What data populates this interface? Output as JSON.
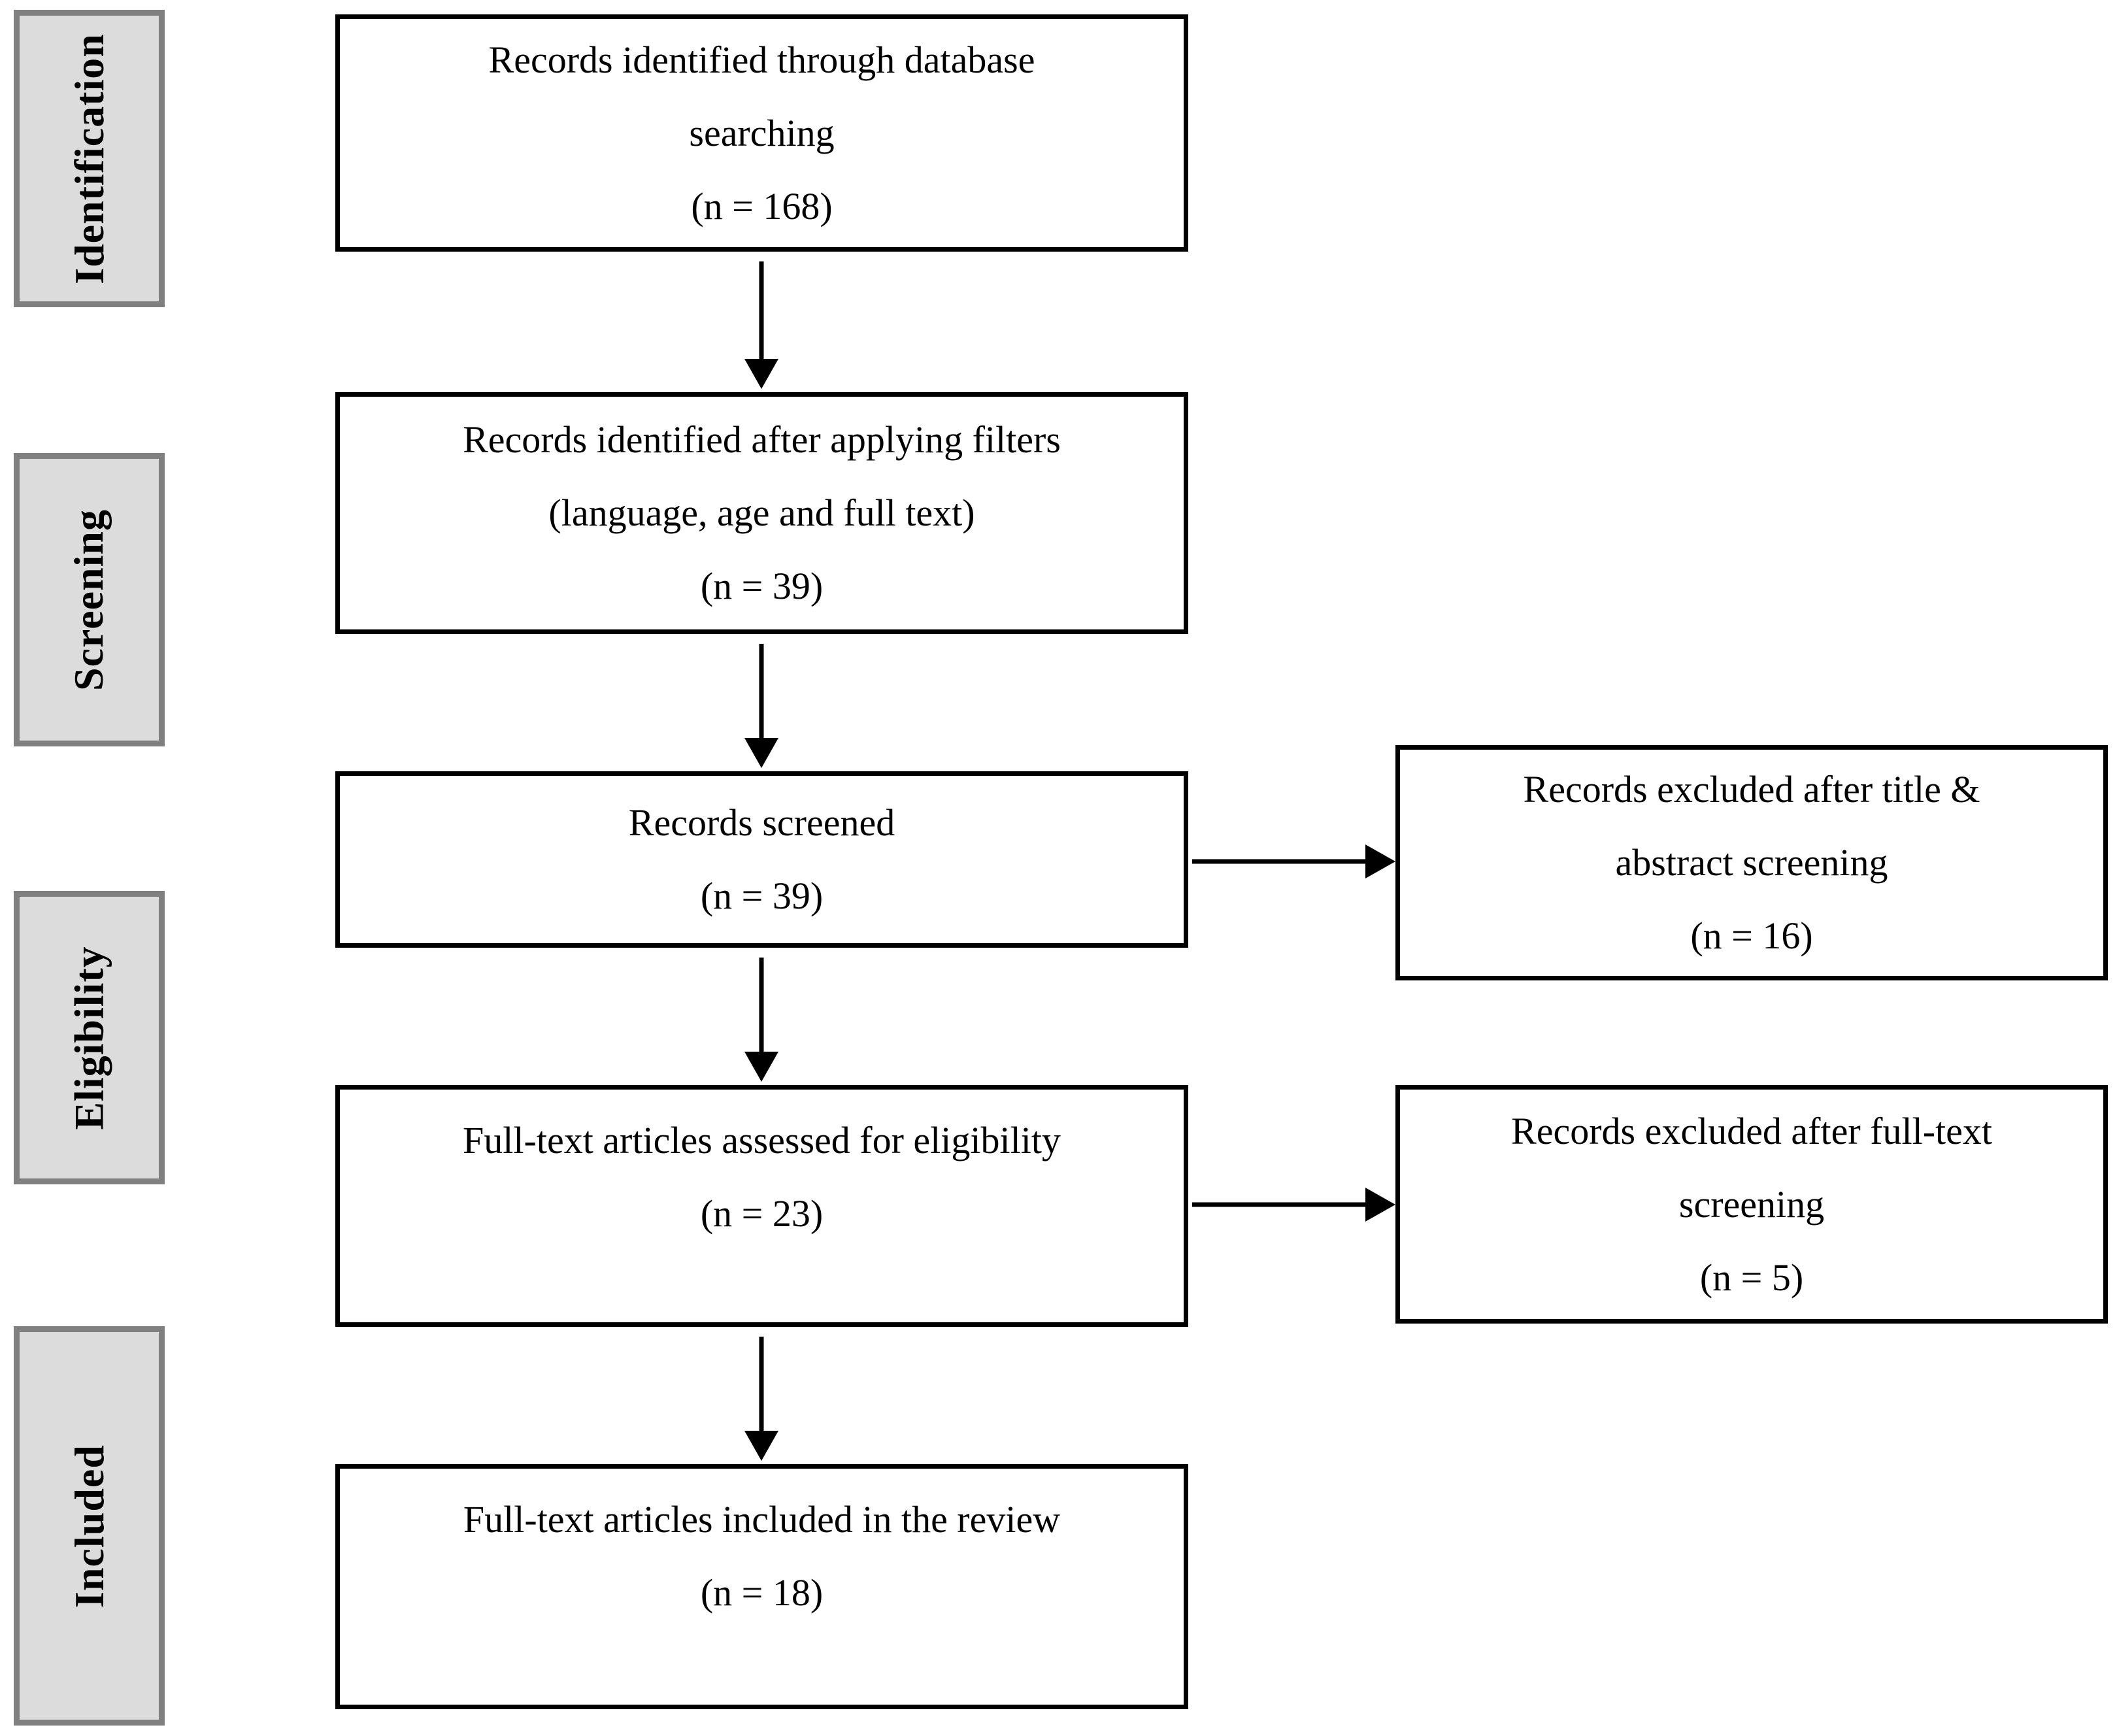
{
  "figure": {
    "type": "prisma-flow-diagram",
    "stage_labels": [
      "Identification",
      "Screening",
      "Eligibility",
      "Included"
    ],
    "main_boxes": [
      {
        "id": "identified",
        "lines": [
          "Records identified through database",
          "searching",
          "(n = 168)"
        ]
      },
      {
        "id": "filtered",
        "lines": [
          "Records identified after applying filters",
          "(language, age and full text)",
          "(n = 39)"
        ]
      },
      {
        "id": "screened",
        "lines": [
          "Records screened",
          "(n = 39)"
        ]
      },
      {
        "id": "eligibility",
        "lines": [
          "Full-text articles assessed for eligibility",
          "(n = 23)"
        ]
      },
      {
        "id": "included",
        "lines": [
          "Full-text articles included in the review",
          "(n = 18)"
        ]
      }
    ],
    "excluded_boxes": [
      {
        "id": "excluded-title-abstract",
        "lines": [
          "Records excluded after title &",
          "abstract screening",
          "(n = 16)"
        ]
      },
      {
        "id": "excluded-full-text",
        "lines": [
          "Records excluded after full-text",
          "screening",
          "(n = 5)"
        ]
      }
    ],
    "counts": {
      "identified": 168,
      "after_filters": 39,
      "screened": 39,
      "excluded_title_abstract": 16,
      "assessed_eligibility": 23,
      "excluded_full_text": 5,
      "included_review": 18
    },
    "colors": {
      "background": "#ffffff",
      "box_fill": "#ffffff",
      "box_border": "#000000",
      "stage_fill": "#dcdcdc",
      "stage_border": "#808080",
      "arrow": "#000000"
    }
  }
}
